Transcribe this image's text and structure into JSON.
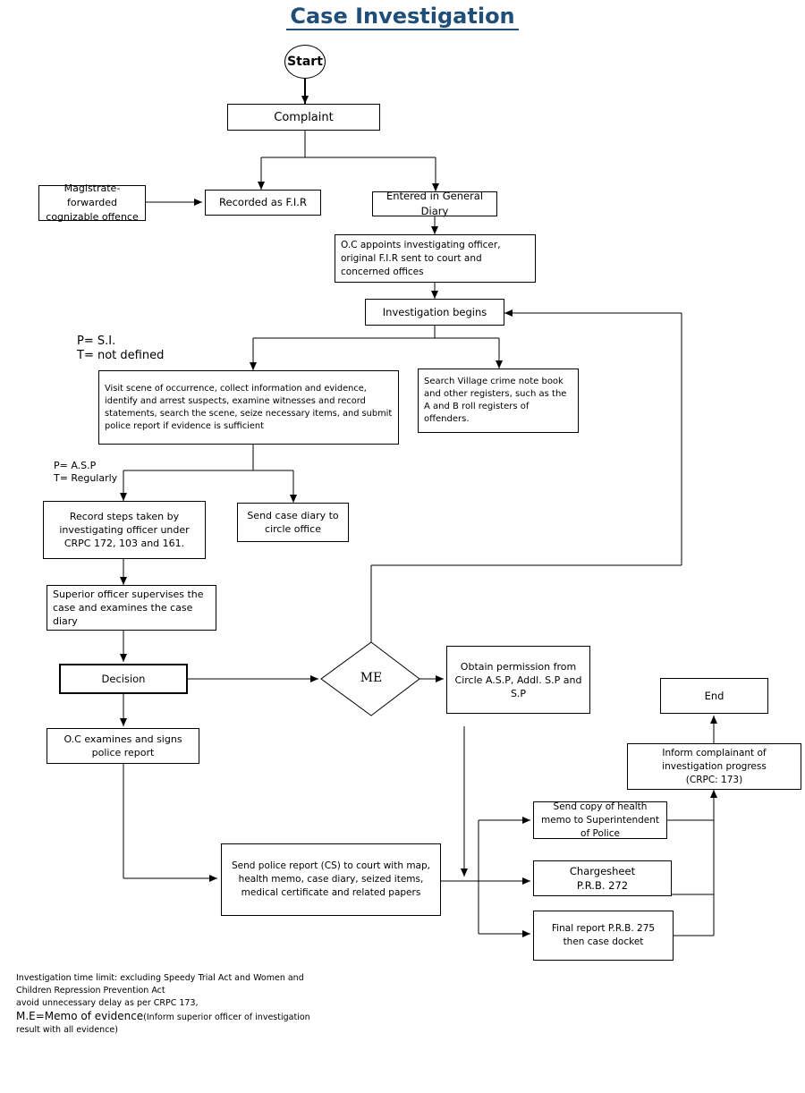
{
  "title": "Case Investigation",
  "nodes": {
    "start": "Start",
    "ejahar": "Complaint",
    "magistrate": "Magistrate-forwarded\ncognizable offence",
    "fir": "Recorded as F.I.R",
    "gd": "Entered in General Diary",
    "oc_appoint": "O.C appoints investigating officer, original F.I.R sent to court and concerned offices",
    "investigation_start": "Investigation begins",
    "field_work": "Visit scene of occurrence, collect information and evidence, identify and arrest suspects, examine witnesses and record statements, search the scene, seize necessary items, and submit police report if evidence is sufficient",
    "village_crime": "Search Village crime note book and other registers, such as the A and B roll registers of offenders.",
    "crpc": "Record steps taken by investigating officer under CRPC 172, 103 and 161.",
    "circle_office": "Send case diary to circle office",
    "supervision": "Superior officer supervises the case and examines the case diary",
    "decision": "Decision",
    "me": "ME",
    "permission": "Obtain permission from Circle A.S.P, Addl. S.P and S.P",
    "oc_sign": "O.C examines and signs police report",
    "police_report": "Send police report (CS) to court with map, health memo, case diary, seized items, medical certificate and related papers",
    "health_memo": "Send copy of health memo to Superintendent of Police",
    "chargesheet": "Chargesheet\nP.R.B. 272",
    "final_report": "Final report P.R.B. 275\nthen case docket",
    "inform": "Inform complainant of investigation progress",
    "inform_crpc": "(CRPC: 173)",
    "end": "End"
  },
  "annotations": {
    "p_si": "P= S.I.",
    "t_not_defined": "T= not defined",
    "p_asp": "P= A.S.P",
    "t_regularly": "T= Regularly"
  },
  "footer": {
    "line1": "Investigation time limit: excluding Speedy Trial Act and Women and Children Repression Prevention Act",
    "line2": "avoid unnecessary delay as per CRPC 173,",
    "me_line": "M.E=Memo of evidence",
    "me_note": "(Inform superior officer of investigation result with all evidence)"
  }
}
